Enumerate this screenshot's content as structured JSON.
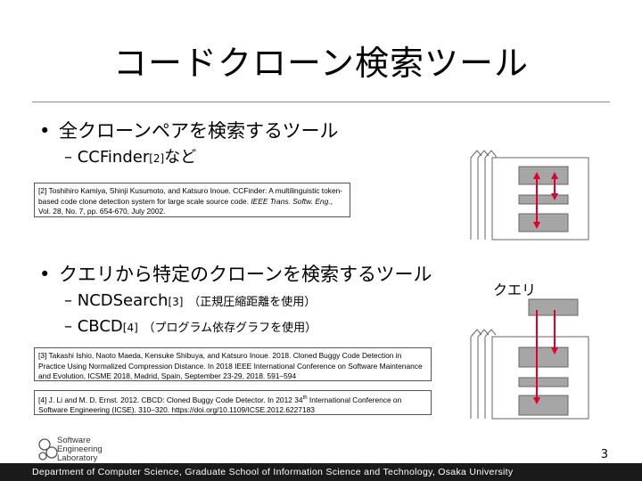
{
  "title": "コードクローン検索ツール",
  "bullets": [
    {
      "text": "全クローンペアを検索するツール"
    },
    {
      "text": "クエリから特定のクローンを検索するツール"
    }
  ],
  "subs": {
    "ccfinder": {
      "dash": "–",
      "name": "CCFinder",
      "ref": "[2]",
      "tail": "など"
    },
    "ncd": {
      "dash": "–",
      "name": "NCDSearch",
      "ref": "[3]",
      "tail": "（正規圧縮距離を使用）"
    },
    "cbcd": {
      "dash": "–",
      "name": "CBCD",
      "ref": "[4]",
      "tail": "（プログラム依存グラフを使用）"
    }
  },
  "refs": {
    "r2": {
      "a": "[2] Toshihiro Kamiya, Shinji Kusumoto, and Katsuro Inoue. CCFinder: A multilinguistic token-based code clone detection system for large scale source code. ",
      "journal": "IEEE Trans. Softw. Eng.",
      "b": ", Vol. 28, No. 7, pp. 654-670, July 2002."
    },
    "r3": {
      "a": "[3] Takashi Ishio, Naoto Maeda, Kensuke Shibuya, and Katsuro Inoue. 2018. Cloned Buggy Code Detection in Practice Using Normalized Compression Distance. In 2018 IEEE International Conference on Software Maintenance and Evolution, ICSME 2018, Madrid, Spain, September 23-29, 2018. 591–594"
    },
    "r4": {
      "a": "[4] J. Li and M. D. Ernst. 2012.  CBCD: Cloned Buggy Code Detector. In 2012 34",
      "sup": "th",
      "b": " International Conference on Software Engineering (ICSE). 310–320. https://doi.org/10.1109/ICSE.2012.6227183"
    }
  },
  "query_label": "クエリ",
  "bullet_symbol": "•",
  "page_number": "3",
  "footer": "Department of Computer Science, Graduate School of Information Science and Technology, Osaka University",
  "logo": {
    "line1": "Software",
    "line2": "Engineering",
    "line3": "Laboratory"
  },
  "colors": {
    "arrow": "#e0002c",
    "box_fill": "#a6a6a6",
    "footer_bg": "#1a1a1a"
  }
}
